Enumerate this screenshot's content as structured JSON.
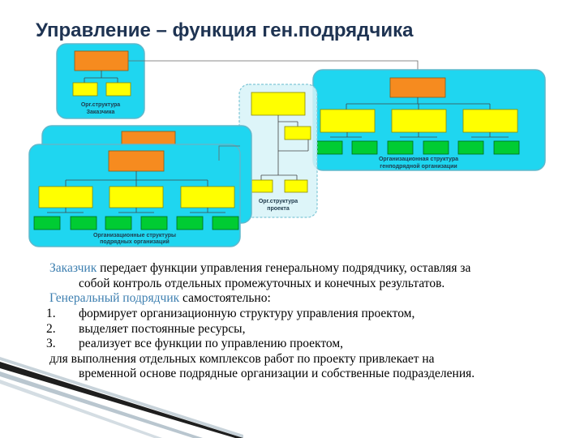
{
  "title": "Управление – функция ген.подрядчика",
  "diagram": {
    "customer_label": [
      "Орг.структура",
      "Заказчика"
    ],
    "project_label": [
      "Орг.структура",
      "проекта"
    ],
    "general_label": [
      "Организационная структура",
      "генподрядной организации"
    ],
    "sub_label": [
      "Организационные структуры",
      "подрядных организаций"
    ],
    "colors": {
      "panel": "#1fd6f0",
      "panel_border": "#5fb8cc",
      "head_box": "#f68b1f",
      "mid_box": "#ffff00",
      "leaf_box": "#00cc33",
      "project_panel": "#d7f3f8"
    }
  },
  "text": {
    "p1_accent": "Заказчик",
    "p1_line1_rest": " передает функции управления генеральному подрядчику, оставляя за",
    "p1_line2": "собой контроль отдельных промежуточных и конечных результатов.",
    "p2_accent": "Генеральный подрядчик",
    "p2_rest": " самостоятельно:",
    "list": [
      {
        "num": "1.",
        "text": "формирует организационную структуру управления проектом,"
      },
      {
        "num": "2.",
        "text": "выделяет постоянные ресурсы,"
      },
      {
        "num": "3.",
        "text": "реализует все функции по управлению проектом,"
      }
    ],
    "p3_line1": "для выполнения отдельных комплексов работ по проекту привлекает на",
    "p3_line2": "временной основе подрядные организации и собственные подразделения."
  }
}
